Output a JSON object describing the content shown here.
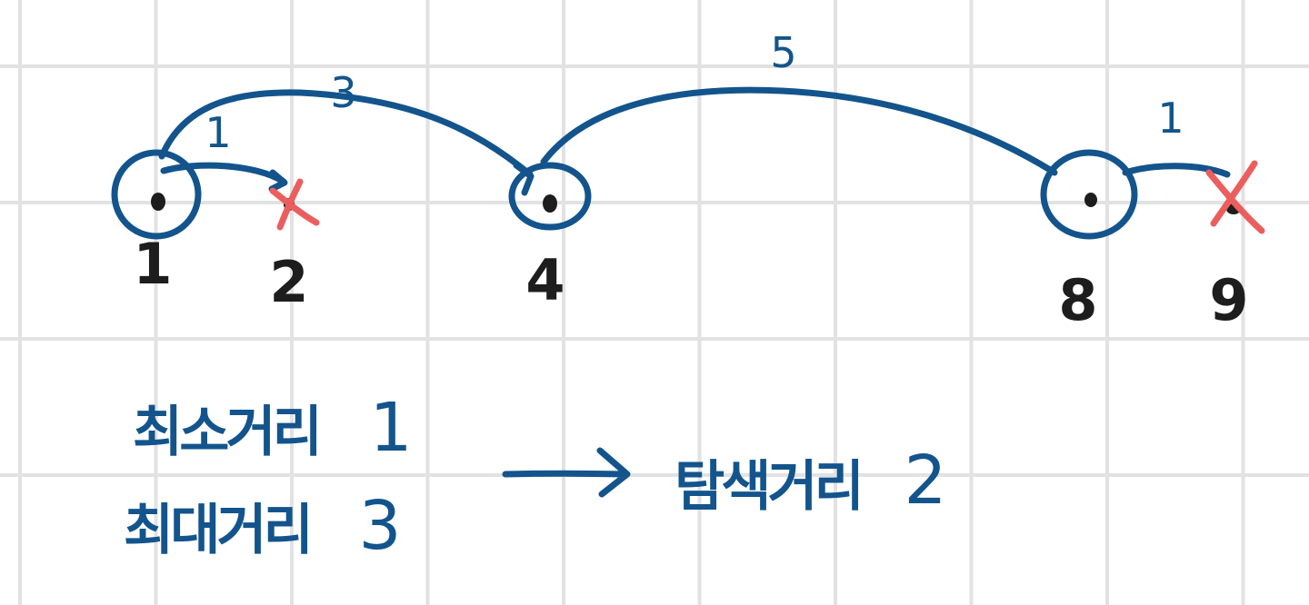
{
  "colors": {
    "ink": "#13548c",
    "removed": "#ec5e5e",
    "label": "#1d1d1d",
    "grid": "#e2e2e2"
  },
  "nodes": [
    {
      "label": "1",
      "status": "selected"
    },
    {
      "label": "2",
      "status": "removed"
    },
    {
      "label": "4",
      "status": "selected"
    },
    {
      "label": "8",
      "status": "selected"
    },
    {
      "label": "9",
      "status": "removed"
    }
  ],
  "edges": [
    {
      "from": "1",
      "to": "2",
      "weight": "1"
    },
    {
      "from": "1",
      "to": "4",
      "weight": "3"
    },
    {
      "from": "4",
      "to": "8",
      "weight": "5"
    },
    {
      "from": "8",
      "to": "9",
      "weight": "1"
    }
  ],
  "summary": {
    "min_label": "최소거리",
    "min_value": "1",
    "max_label": "최대거리",
    "max_value": "3",
    "result_label": "탐색거리",
    "result_value": "2"
  }
}
